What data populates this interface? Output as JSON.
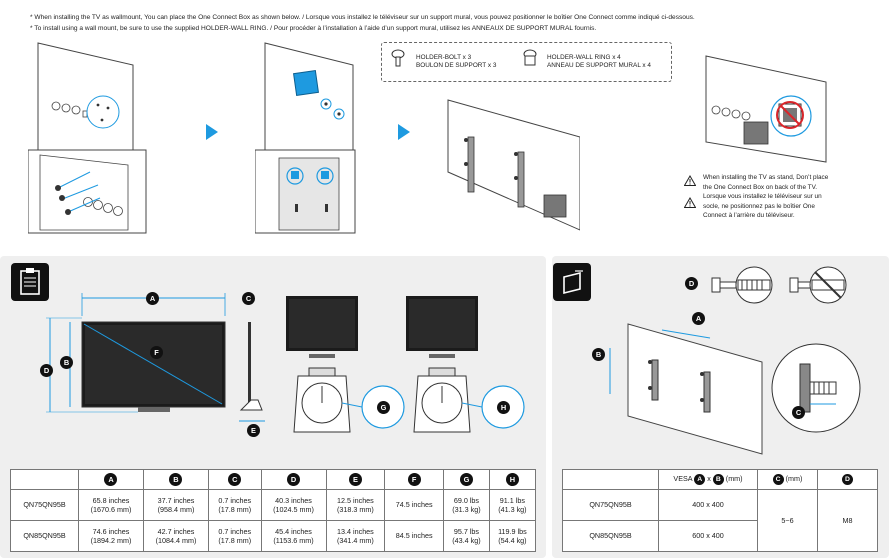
{
  "notes": [
    "* When installing the TV as wallmount, You can place the One Connect Box as shown below. / Lorsque vous installez le téléviseur sur un support mural, vous pouvez positionner le boîtier One Connect comme indiqué ci-dessous.",
    "* To install using a wall mount, be sure to use the supplied HOLDER-WALL RING. / Pour procéder à l’installation à l’aide d’un support mural, utilisez les ANNEAUX DE SUPPORT MURAL fournis."
  ],
  "hardware": {
    "bolt_line1": "HOLDER-BOLT x 3",
    "bolt_line2": "BOULON DE SUPPORT x 3",
    "ring_line1": "HOLDER-WALL RING x 4",
    "ring_line2": "ANNEAU DE SUPPORT MURAL x 4"
  },
  "warning": {
    "en_line1": "When installing the TV as stand, Don’t place",
    "en_line2": "the One Connect Box on back of the TV.",
    "fr_line1": "Lorsque vous installez le téléviseur sur un",
    "fr_line2": "socle, ne positionnez pas le boîtier One",
    "fr_line3": "Connect à l’arrière du téléviseur."
  },
  "dimension_labels": {
    "A": "A",
    "B": "B",
    "C": "C",
    "D": "D",
    "E": "E",
    "F": "F",
    "G": "G",
    "H": "H"
  },
  "spec_table": {
    "headers": [
      "A",
      "B",
      "C",
      "D",
      "E",
      "F",
      "G",
      "H"
    ],
    "rows": [
      {
        "model": "QN75QN95B",
        "cells": [
          [
            "65.8 inches",
            "(1670.6 mm)"
          ],
          [
            "37.7 inches",
            "(958.4 mm)"
          ],
          [
            "0.7 inches",
            "(17.8 mm)"
          ],
          [
            "40.3 inches",
            "(1024.5 mm)"
          ],
          [
            "12.5 inches",
            "(318.3 mm)"
          ],
          [
            "74.5 inches",
            ""
          ],
          [
            "69.0 lbs",
            "(31.3 kg)"
          ],
          [
            "91.1 lbs",
            "(41.3 kg)"
          ]
        ]
      },
      {
        "model": "QN85QN95B",
        "cells": [
          [
            "74.6 inches",
            "(1894.2 mm)"
          ],
          [
            "42.7 inches",
            "(1084.4 mm)"
          ],
          [
            "0.7 inches",
            "(17.8 mm)"
          ],
          [
            "45.4 inches",
            "(1153.6 mm)"
          ],
          [
            "13.4 inches",
            "(341.4 mm)"
          ],
          [
            "84.5 inches",
            ""
          ],
          [
            "95.7 lbs",
            "(43.4 kg)"
          ],
          [
            "119.9 lbs",
            "(54.4 kg)"
          ]
        ]
      }
    ]
  },
  "wall_table": {
    "vesa_prefix": "VESA",
    "vesa_x": "x",
    "vesa_unit": "(mm)",
    "c_unit": "(mm)",
    "badge_a": "A",
    "badge_b": "B",
    "badge_c": "C",
    "badge_d": "D",
    "rows": [
      {
        "model": "QN75QN95B",
        "vesa": "400 x 400"
      },
      {
        "model": "QN85QN95B",
        "vesa": "600 x 400"
      }
    ],
    "c_value": "5~6",
    "d_value": "M8"
  },
  "colors": {
    "accent": "#1e9ae0",
    "panel_bg": "#efefef",
    "screen": "#1b1b1b"
  }
}
